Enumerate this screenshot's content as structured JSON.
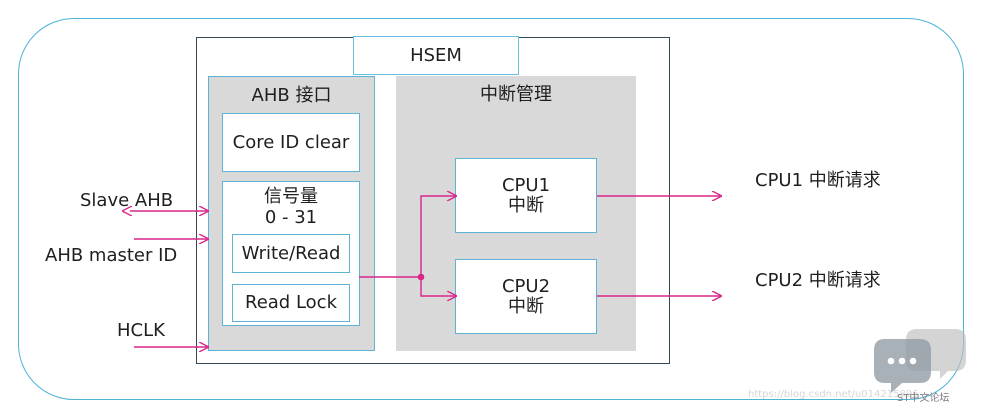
{
  "diagram": {
    "hsem": "HSEM",
    "ahb_interface": "AHB 接口",
    "interrupt_management": "中断管理",
    "core_id_clear": "Core ID clear",
    "semaphore_line1": "信号量",
    "semaphore_line2": "0 - 31",
    "write_read": "Write/Read",
    "read_lock": "Read Lock",
    "cpu1_line1": "CPU1",
    "cpu1_line2": "中断",
    "cpu2_line1": "CPU2",
    "cpu2_line2": "中断",
    "slave_ahb": "Slave AHB",
    "ahb_master_id": "AHB master ID",
    "hclk": "HCLK",
    "cpu1_request": "CPU1 中断请求",
    "cpu2_request": "CPU2 中断请求"
  },
  "watermark": {
    "brand": "ST中文论坛",
    "url": "https://blog.csdn.net/u014215896"
  },
  "colors": {
    "outer_frame": "#4fb3d6",
    "hsem_border": "#384754",
    "panel_fill": "#d9d9d9",
    "box_border": "#5fb4d6",
    "arrow": "#d9258a"
  },
  "icons": {
    "watermark_icon": "chat-bubbles-icon"
  }
}
